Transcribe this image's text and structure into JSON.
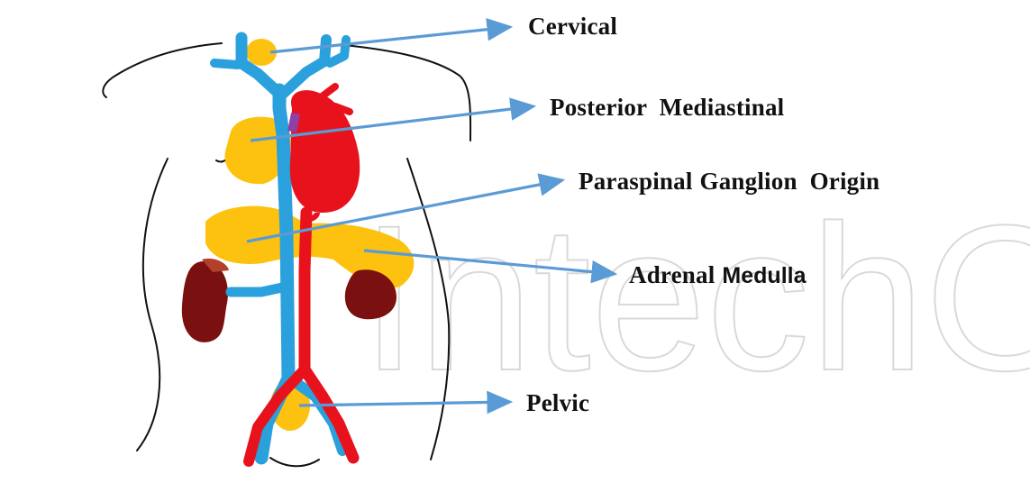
{
  "labels": {
    "cervical": "Cervical",
    "posterior_mediastinal": "Posterior  Mediastinal",
    "paraspinal_prefix": "Paraspinal",
    "paraspinal_rest": "Ganglion  Origin",
    "adrenal_prefix": "Adrenal",
    "adrenal_rest": "Medulla",
    "pelvic": "Pelvic"
  },
  "watermark": "IntechOpen",
  "colors": {
    "artery": "#e8121d",
    "vein": "#2aa1dc",
    "ganglion": "#fdc20f",
    "kidney": "#7a1010",
    "arrow": "#5b9bd5",
    "outline": "#111111",
    "overlap": "#8e3fa8"
  }
}
